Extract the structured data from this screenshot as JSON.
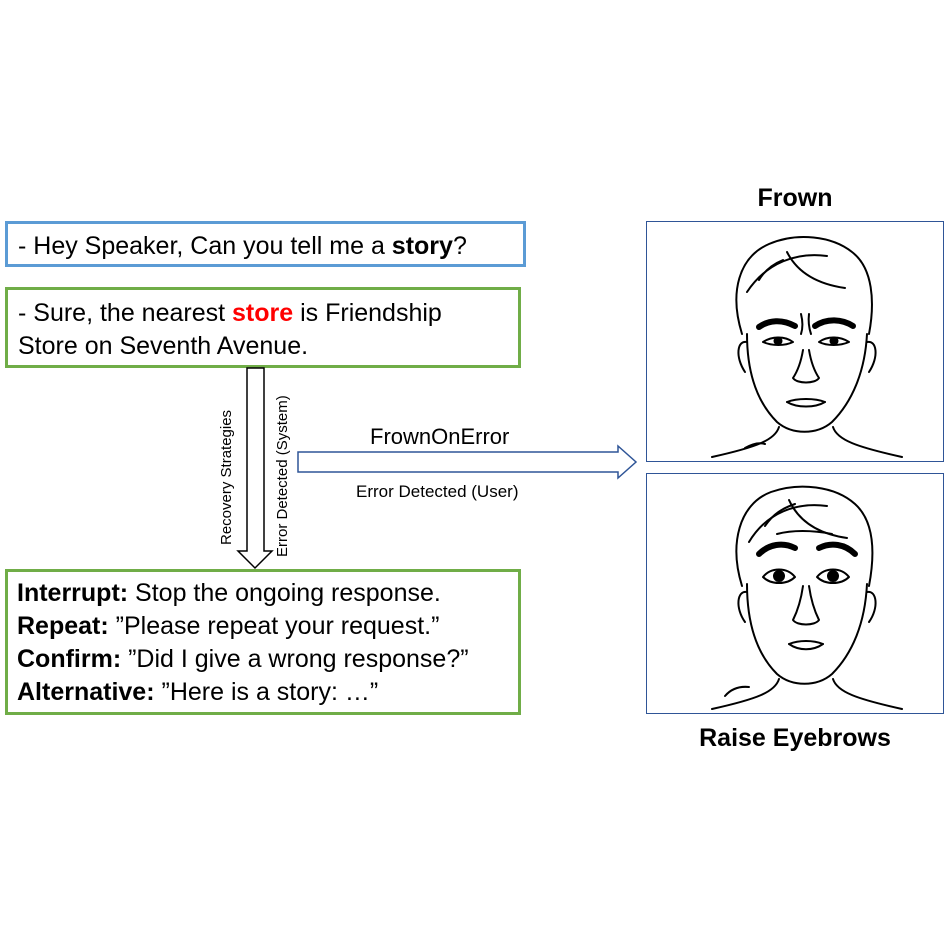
{
  "user_utterance": {
    "prefix": "- Hey Speaker, Can you tell me a ",
    "keyword": "story",
    "suffix": "?"
  },
  "system_response": {
    "prefix": "- Sure, the nearest ",
    "error_word": "store",
    "suffix": " is Friendship",
    "line2": "Store on Seventh Avenue."
  },
  "arrows": {
    "recovery_label": "Recovery Strategies",
    "error_system_label": "Error Detected (System)",
    "frown_on_error_label": "FrownOnError",
    "error_user_label": "Error Detected (User)"
  },
  "strategies": [
    {
      "name": "Interrupt:",
      "text": " Stop the ongoing response."
    },
    {
      "name": "Repeat:",
      "text": " ”Please repeat your request.”"
    },
    {
      "name": "Confirm:",
      "text": " ”Did I give a wrong response?”"
    },
    {
      "name": "Alternative:",
      "text": " ”Here is a story: …”"
    }
  ],
  "faces": {
    "frown": {
      "title": "Frown"
    },
    "raise": {
      "title": "Raise Eyebrows"
    }
  },
  "colors": {
    "user_box": "#5b9bd5",
    "system_box": "#70ad47",
    "error_word": "#ff0000",
    "panel_border": "#2f5597"
  }
}
